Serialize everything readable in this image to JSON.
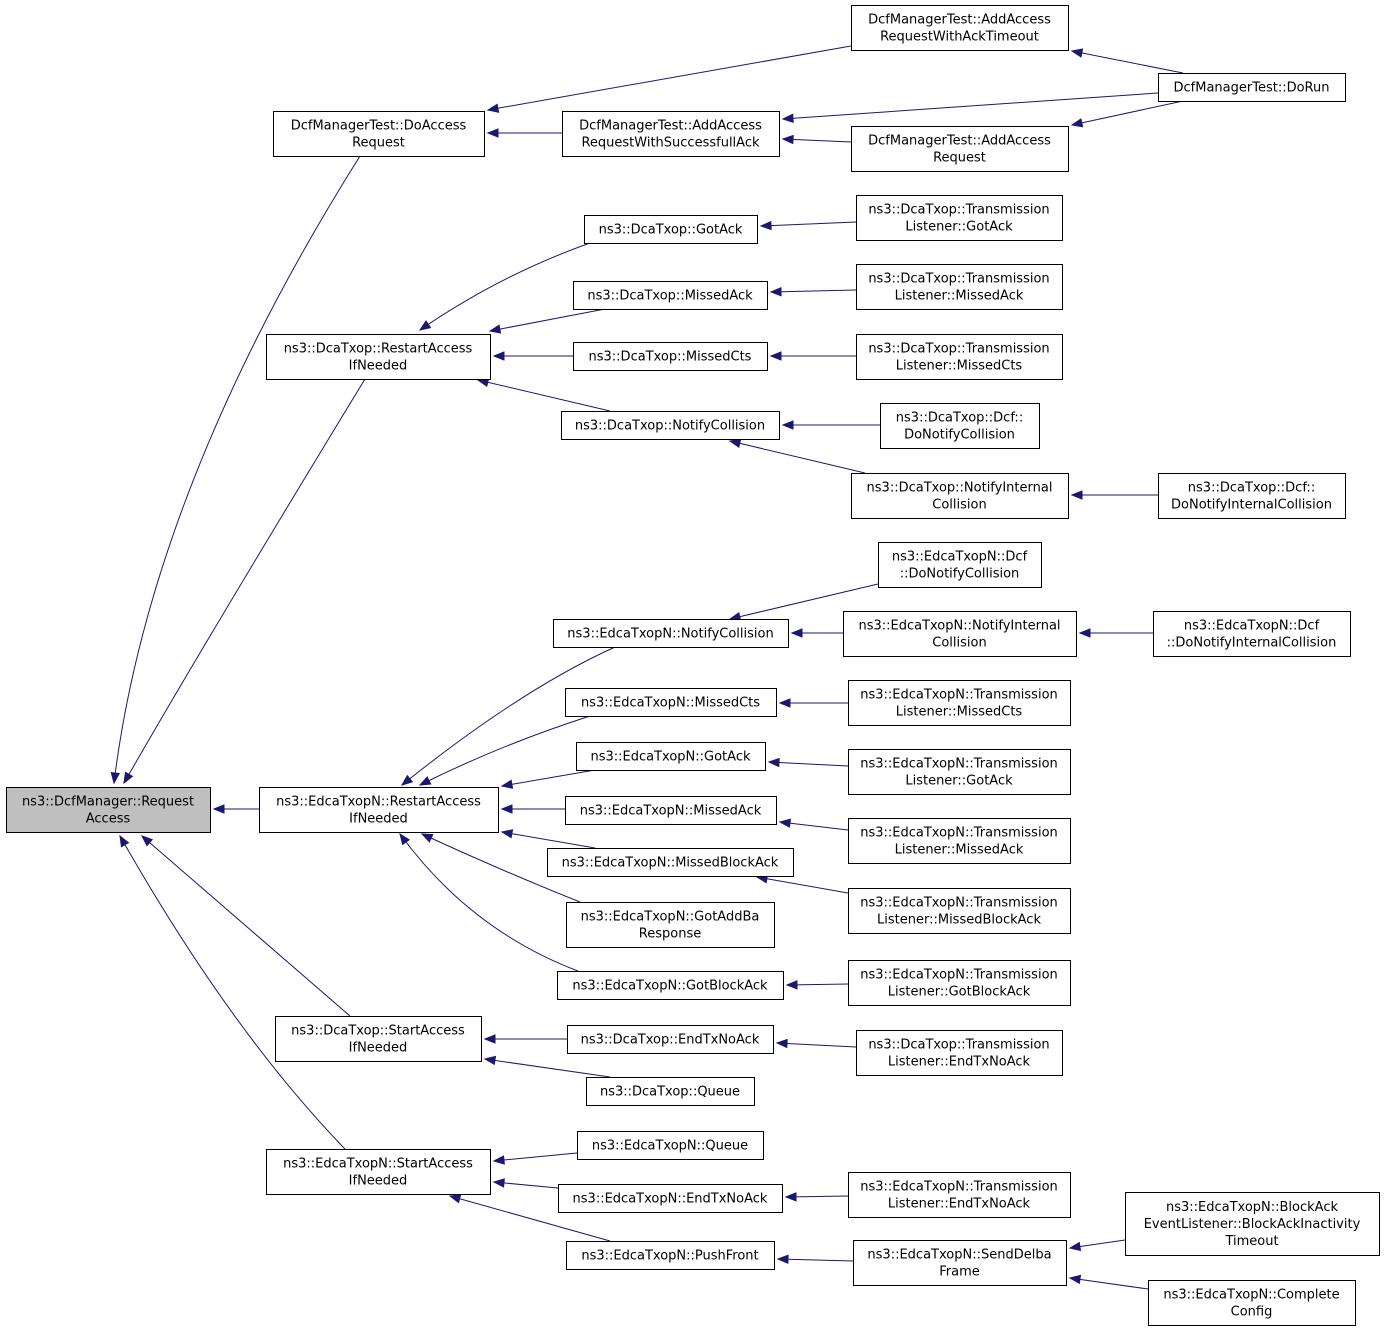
{
  "graph": {
    "title": "Caller graph of ns3::DcfManager::RequestAccess",
    "colors": {
      "edge": "#191970",
      "root_fill": "#bfbfbf",
      "node_fill": "#ffffff",
      "border": "#000000"
    },
    "nodes": [
      {
        "id": "root",
        "lines": [
          "ns3::DcfManager::Request",
          "Access"
        ],
        "root": true
      },
      {
        "id": "dm_doaccess",
        "lines": [
          "DcfManagerTest::DoAccess",
          "Request"
        ]
      },
      {
        "id": "dm_addtimeout",
        "lines": [
          "DcfManagerTest::AddAccess",
          "RequestWithAckTimeout"
        ]
      },
      {
        "id": "dm_addsucc",
        "lines": [
          "DcfManagerTest::AddAccess",
          "RequestWithSuccessfullAck"
        ]
      },
      {
        "id": "dm_addreq",
        "lines": [
          "DcfManagerTest::AddAccess",
          "Request"
        ]
      },
      {
        "id": "dm_dorun",
        "lines": [
          "DcfManagerTest::DoRun"
        ]
      },
      {
        "id": "dca_restart",
        "lines": [
          "ns3::DcaTxop::RestartAccess",
          "IfNeeded"
        ]
      },
      {
        "id": "dca_gotack",
        "lines": [
          "ns3::DcaTxop::GotAck"
        ]
      },
      {
        "id": "dca_tl_gotack",
        "lines": [
          "ns3::DcaTxop::Transmission",
          "Listener::GotAck"
        ]
      },
      {
        "id": "dca_missedack",
        "lines": [
          "ns3::DcaTxop::MissedAck"
        ]
      },
      {
        "id": "dca_tl_missedack",
        "lines": [
          "ns3::DcaTxop::Transmission",
          "Listener::MissedAck"
        ]
      },
      {
        "id": "dca_missedcts",
        "lines": [
          "ns3::DcaTxop::MissedCts"
        ]
      },
      {
        "id": "dca_tl_missedcts",
        "lines": [
          "ns3::DcaTxop::Transmission",
          "Listener::MissedCts"
        ]
      },
      {
        "id": "dca_notifycoll",
        "lines": [
          "ns3::DcaTxop::NotifyCollision"
        ]
      },
      {
        "id": "dca_dcf_donotifycoll",
        "lines": [
          "ns3::DcaTxop::Dcf::",
          "DoNotifyCollision"
        ]
      },
      {
        "id": "dca_notifyint",
        "lines": [
          "ns3::DcaTxop::NotifyInternal",
          "Collision"
        ]
      },
      {
        "id": "dca_dcf_donotifyint",
        "lines": [
          "ns3::DcaTxop::Dcf::",
          "DoNotifyInternalCollision"
        ]
      },
      {
        "id": "edca_dcf_donotifycoll",
        "lines": [
          "ns3::EdcaTxopN::Dcf",
          "::DoNotifyCollision"
        ]
      },
      {
        "id": "edca_notifycoll",
        "lines": [
          "ns3::EdcaTxopN::NotifyCollision"
        ]
      },
      {
        "id": "edca_notifyint",
        "lines": [
          "ns3::EdcaTxopN::NotifyInternal",
          "Collision"
        ]
      },
      {
        "id": "edca_dcf_donotifyint",
        "lines": [
          "ns3::EdcaTxopN::Dcf",
          "::DoNotifyInternalCollision"
        ]
      },
      {
        "id": "edca_missedcts",
        "lines": [
          "ns3::EdcaTxopN::MissedCts"
        ]
      },
      {
        "id": "edca_tl_missedcts",
        "lines": [
          "ns3::EdcaTxopN::Transmission",
          "Listener::MissedCts"
        ]
      },
      {
        "id": "edca_gotack",
        "lines": [
          "ns3::EdcaTxopN::GotAck"
        ]
      },
      {
        "id": "edca_tl_gotack",
        "lines": [
          "ns3::EdcaTxopN::Transmission",
          "Listener::GotAck"
        ]
      },
      {
        "id": "edca_restart",
        "lines": [
          "ns3::EdcaTxopN::RestartAccess",
          "IfNeeded"
        ]
      },
      {
        "id": "edca_missedack",
        "lines": [
          "ns3::EdcaTxopN::MissedAck"
        ]
      },
      {
        "id": "edca_tl_missedack",
        "lines": [
          "ns3::EdcaTxopN::Transmission",
          "Listener::MissedAck"
        ]
      },
      {
        "id": "edca_missedblockack",
        "lines": [
          "ns3::EdcaTxopN::MissedBlockAck"
        ]
      },
      {
        "id": "edca_tl_missedblockack",
        "lines": [
          "ns3::EdcaTxopN::Transmission",
          "Listener::MissedBlockAck"
        ]
      },
      {
        "id": "edca_gotaddba",
        "lines": [
          "ns3::EdcaTxopN::GotAddBa",
          "Response"
        ]
      },
      {
        "id": "edca_gotblockack",
        "lines": [
          "ns3::EdcaTxopN::GotBlockAck"
        ]
      },
      {
        "id": "edca_tl_gotblockack",
        "lines": [
          "ns3::EdcaTxopN::Transmission",
          "Listener::GotBlockAck"
        ]
      },
      {
        "id": "dca_start",
        "lines": [
          "ns3::DcaTxop::StartAccess",
          "IfNeeded"
        ]
      },
      {
        "id": "dca_endtx",
        "lines": [
          "ns3::DcaTxop::EndTxNoAck"
        ]
      },
      {
        "id": "dca_tl_endtx",
        "lines": [
          "ns3::DcaTxop::Transmission",
          "Listener::EndTxNoAck"
        ]
      },
      {
        "id": "dca_queue",
        "lines": [
          "ns3::DcaTxop::Queue"
        ]
      },
      {
        "id": "edca_queue",
        "lines": [
          "ns3::EdcaTxopN::Queue"
        ]
      },
      {
        "id": "edca_start",
        "lines": [
          "ns3::EdcaTxopN::StartAccess",
          "IfNeeded"
        ]
      },
      {
        "id": "edca_endtx",
        "lines": [
          "ns3::EdcaTxopN::EndTxNoAck"
        ]
      },
      {
        "id": "edca_tl_endtx",
        "lines": [
          "ns3::EdcaTxopN::Transmission",
          "Listener::EndTxNoAck"
        ]
      },
      {
        "id": "edca_blockack_timeout",
        "lines": [
          "ns3::EdcaTxopN::BlockAck",
          "EventListener::BlockAckInactivity",
          "Timeout"
        ]
      },
      {
        "id": "edca_pushfront",
        "lines": [
          "ns3::EdcaTxopN::PushFront"
        ]
      },
      {
        "id": "edca_senddelba",
        "lines": [
          "ns3::EdcaTxopN::SendDelba",
          "Frame"
        ]
      },
      {
        "id": "edca_completeconfig",
        "lines": [
          "ns3::EdcaTxopN::Complete",
          "Config"
        ]
      }
    ],
    "edges": [
      {
        "from": "dm_doaccess",
        "to": "root"
      },
      {
        "from": "dca_restart",
        "to": "root"
      },
      {
        "from": "edca_restart",
        "to": "root"
      },
      {
        "from": "dca_start",
        "to": "root"
      },
      {
        "from": "edca_start",
        "to": "root"
      },
      {
        "from": "dm_addtimeout",
        "to": "dm_doaccess"
      },
      {
        "from": "dm_addsucc",
        "to": "dm_doaccess"
      },
      {
        "from": "dm_dorun",
        "to": "dm_addtimeout"
      },
      {
        "from": "dm_dorun",
        "to": "dm_addsucc"
      },
      {
        "from": "dm_addreq",
        "to": "dm_addsucc"
      },
      {
        "from": "dm_dorun",
        "to": "dm_addreq"
      },
      {
        "from": "dca_gotack",
        "to": "dca_restart"
      },
      {
        "from": "dca_missedack",
        "to": "dca_restart"
      },
      {
        "from": "dca_missedcts",
        "to": "dca_restart"
      },
      {
        "from": "dca_notifycoll",
        "to": "dca_restart"
      },
      {
        "from": "dca_tl_gotack",
        "to": "dca_gotack"
      },
      {
        "from": "dca_tl_missedack",
        "to": "dca_missedack"
      },
      {
        "from": "dca_tl_missedcts",
        "to": "dca_missedcts"
      },
      {
        "from": "dca_dcf_donotifycoll",
        "to": "dca_notifycoll"
      },
      {
        "from": "dca_notifyint",
        "to": "dca_notifycoll"
      },
      {
        "from": "dca_dcf_donotifyint",
        "to": "dca_notifyint"
      },
      {
        "from": "edca_notifycoll",
        "to": "edca_restart"
      },
      {
        "from": "edca_missedcts",
        "to": "edca_restart"
      },
      {
        "from": "edca_gotack",
        "to": "edca_restart"
      },
      {
        "from": "edca_missedack",
        "to": "edca_restart"
      },
      {
        "from": "edca_missedblockack",
        "to": "edca_restart"
      },
      {
        "from": "edca_gotaddba",
        "to": "edca_restart"
      },
      {
        "from": "edca_gotblockack",
        "to": "edca_restart"
      },
      {
        "from": "edca_dcf_donotifycoll",
        "to": "edca_notifycoll"
      },
      {
        "from": "edca_notifyint",
        "to": "edca_notifycoll"
      },
      {
        "from": "edca_dcf_donotifyint",
        "to": "edca_notifyint"
      },
      {
        "from": "edca_tl_missedcts",
        "to": "edca_missedcts"
      },
      {
        "from": "edca_tl_gotack",
        "to": "edca_gotack"
      },
      {
        "from": "edca_tl_missedack",
        "to": "edca_missedack"
      },
      {
        "from": "edca_tl_missedblockack",
        "to": "edca_missedblockack"
      },
      {
        "from": "edca_tl_gotblockack",
        "to": "edca_gotblockack"
      },
      {
        "from": "dca_endtx",
        "to": "dca_start"
      },
      {
        "from": "dca_queue",
        "to": "dca_start"
      },
      {
        "from": "dca_tl_endtx",
        "to": "dca_endtx"
      },
      {
        "from": "edca_queue",
        "to": "edca_start"
      },
      {
        "from": "edca_endtx",
        "to": "edca_start"
      },
      {
        "from": "edca_pushfront",
        "to": "edca_start"
      },
      {
        "from": "edca_tl_endtx",
        "to": "edca_endtx"
      },
      {
        "from": "edca_senddelba",
        "to": "edca_pushfront"
      },
      {
        "from": "edca_blockack_timeout",
        "to": "edca_senddelba"
      },
      {
        "from": "edca_completeconfig",
        "to": "edca_senddelba"
      }
    ]
  }
}
